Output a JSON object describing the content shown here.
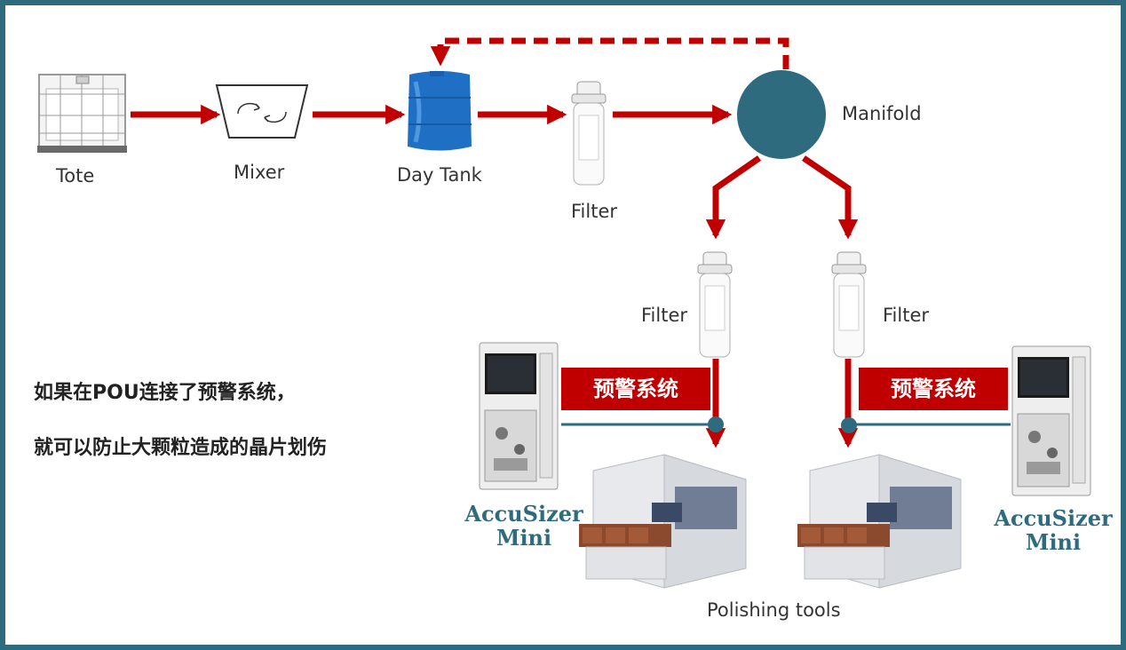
{
  "nodes": {
    "tote": "Tote",
    "mixer": "Mixer",
    "day_tank": "Day Tank",
    "filter_main": "Filter",
    "manifold": "Manifold",
    "filter_left": "Filter",
    "filter_right": "Filter",
    "polishing_tools": "Polishing tools"
  },
  "warning": {
    "left_label": "预警系统",
    "right_label": "预警系统"
  },
  "accusizer": {
    "left": [
      "AccuSizer",
      "Mini"
    ],
    "right": [
      "AccuSizer",
      "Mini"
    ]
  },
  "note": {
    "line1": "如果在POU连接了预警系统，",
    "line2": "就可以防止大颗粒造成的晶片划伤"
  },
  "colors": {
    "arrow": "#c00000",
    "frame": "#2e6b7f",
    "manifold": "#2e6b7f"
  },
  "icons": [
    "tote-icon",
    "mixer-icon",
    "day-tank-icon",
    "filter-icon",
    "manifold-node",
    "accusizer-instrument-icon",
    "polishing-tool-icon"
  ]
}
